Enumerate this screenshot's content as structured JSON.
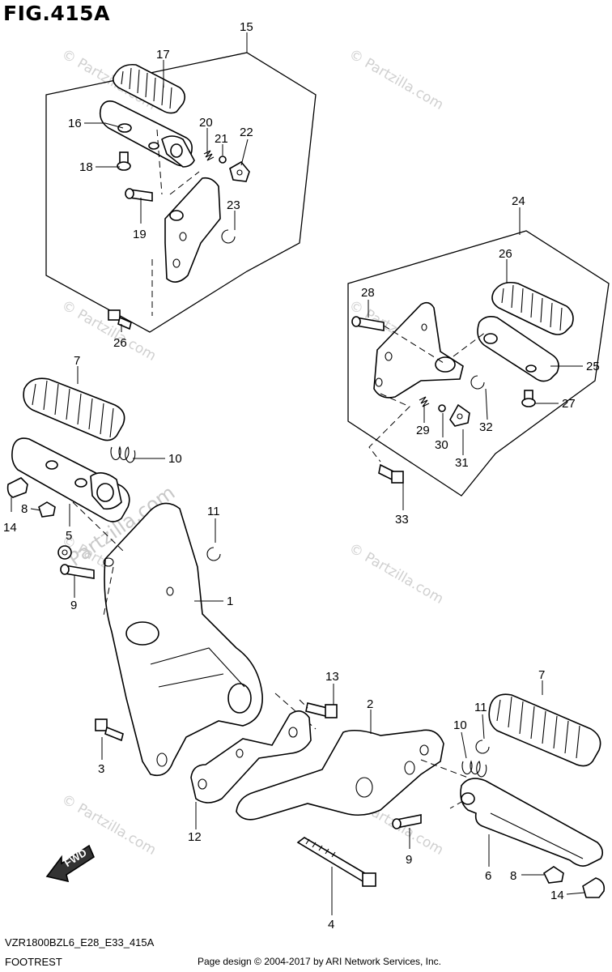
{
  "figure": {
    "title": "FIG.415A",
    "model_code": "VZR1800BZL6_E28_E33_415A",
    "section_name": "FOOTREST",
    "copyright": "Page design © 2004-2017 by ARI Network Services, Inc.",
    "direction_label": "FWD",
    "watermark_text": "© Partzilla.com",
    "watermark_big": "Partzilla.com"
  },
  "callouts": {
    "c1": "1",
    "c2": "2",
    "c3": "3",
    "c4": "4",
    "c5": "5",
    "c6": "6",
    "c7a": "7",
    "c7b": "7",
    "c8a": "8",
    "c8b": "8",
    "c9a": "9",
    "c9b": "9",
    "c10a": "10",
    "c10b": "10",
    "c11a": "11",
    "c11b": "11",
    "c12": "12",
    "c13": "13",
    "c14a": "14",
    "c14b": "14",
    "c15": "15",
    "c16": "16",
    "c17": "17",
    "c18": "18",
    "c19": "19",
    "c20": "20",
    "c21": "21",
    "c22": "22",
    "c23": "23",
    "c24": "24",
    "c25": "25",
    "c26a": "26",
    "c26b": "26",
    "c27": "27",
    "c28": "28",
    "c29": "29",
    "c30": "30",
    "c31": "31",
    "c32": "32",
    "c33": "33"
  }
}
